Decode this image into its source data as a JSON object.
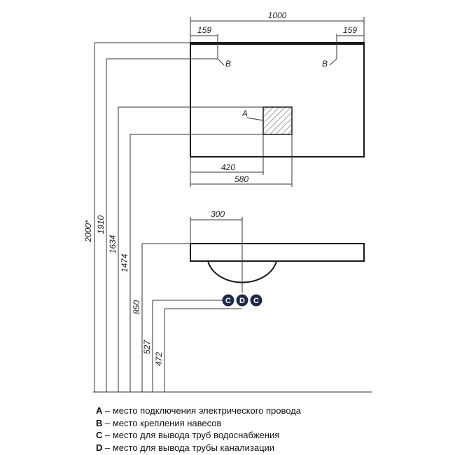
{
  "dimensions": {
    "width_total": "1000",
    "offset_left": "159",
    "offset_right": "159",
    "mark_a_x": "420",
    "mark_a_outer": "580",
    "basin_depth": "300",
    "h_2000": "2000*",
    "h_1910": "1910",
    "h_1634": "1634",
    "h_1474": "1474",
    "h_850": "850",
    "h_527": "527",
    "h_472": "472"
  },
  "markers": {
    "a": "A",
    "b": "B",
    "c": "C",
    "d": "D"
  },
  "legend": [
    {
      "key": "A",
      "text": " – место подключения электрического провода"
    },
    {
      "key": "B",
      "text": " – место крепления навесов"
    },
    {
      "key": "C",
      "text": " – место для вывода труб водоснабжения"
    },
    {
      "key": "D",
      "text": " – место для вывода трубы канализации"
    }
  ],
  "colors": {
    "badge": "#1f2a4a",
    "line": "#333333"
  }
}
